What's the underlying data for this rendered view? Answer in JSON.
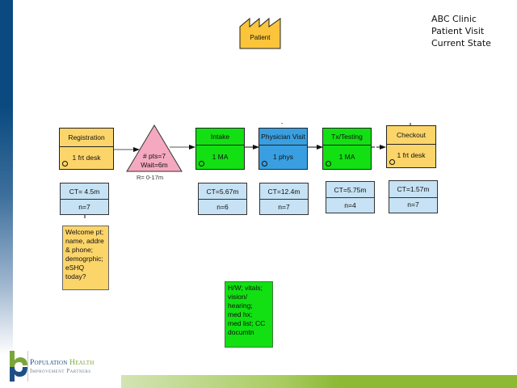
{
  "title": {
    "lines": [
      "ABC Clinic",
      "Patient Visit",
      "Current State"
    ]
  },
  "customer": {
    "label": "Patient",
    "icon": "factory-icon"
  },
  "processes": [
    {
      "name": "Registration",
      "staff": "1 frt desk",
      "color": "#fcd56a"
    },
    {
      "name": "Intake",
      "staff": "1 MA",
      "color": "#12e012"
    },
    {
      "name": "Physician Visit",
      "staff": "1 phys",
      "color": "#3a9fe0"
    },
    {
      "name": "Tx/Testing",
      "staff": "1 MA",
      "color": "#12e012"
    },
    {
      "name": "Checkout",
      "staff": "1  frt desk",
      "color": "#fcd56a"
    }
  ],
  "inventory": {
    "line1": "# pts=7",
    "line2": "Wait=6m",
    "range": "R= 0-17m"
  },
  "data_boxes": [
    {
      "ct": "CT= 4.5m",
      "n": "n=7"
    },
    {
      "ct": "CT=5.67m",
      "n": "n=6"
    },
    {
      "ct": "CT=12.4m",
      "n": "n=7"
    },
    {
      "ct": "CT=5.75m",
      "n": "n=4"
    },
    {
      "ct": "CT=1.57m",
      "n": "n=7"
    }
  ],
  "notes": {
    "registration": [
      "Welcome pt;",
      "name, addre",
      "& phone;",
      "demogrphic;",
      "eSHQ",
      "today?"
    ],
    "intake": [
      "H/W; vitals;",
      "vision/",
      "hearing;",
      "med hx;",
      "med list; CC",
      "documtn"
    ]
  },
  "branding": {
    "line1a": "Population ",
    "line1b": "Health",
    "line2": "Improvement Partners"
  },
  "colors": {
    "brand_blue": "#0a4a80",
    "brand_green": "#8db935",
    "yellow": "#fcd56a",
    "green": "#12e012",
    "blue": "#3a9fe0",
    "data_blue": "#c6e2f4",
    "inventory_pink": "#f4a9c0"
  }
}
